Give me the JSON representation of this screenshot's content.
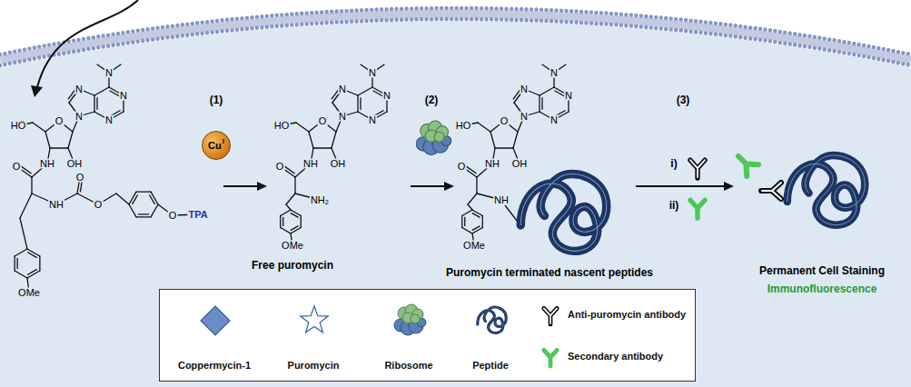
{
  "diagram": {
    "nodes": [
      {
        "text": [
          "Cu",
          "I"
        ]
      }
    ],
    "labels": [
      "N",
      "N",
      "N",
      "N",
      "N",
      "O",
      "HO",
      "OH",
      "NH",
      "O",
      "NH",
      "O",
      "O",
      "O",
      "TPA",
      "OMe",
      "N",
      "N",
      "N",
      "N",
      "N",
      "O",
      "HO",
      "OH",
      "NH",
      "O",
      "NH₂",
      "OMe",
      "N",
      "N",
      "N",
      "N",
      "N",
      "O",
      "HO",
      "OH",
      "NH",
      "O",
      "NH",
      "OMe",
      "Free puromycin",
      "Puromycin terminated nascent peptides",
      "Permanent Cell Staining",
      "Immunofluorescence",
      "(1)",
      "(2)",
      "(3)",
      "i)",
      "ii)"
    ],
    "legend": [
      {
        "text": "Coppermycin-1"
      },
      {
        "text": "Puromycin"
      },
      {
        "text": "Ribosome"
      },
      {
        "text": "Peptide"
      },
      {
        "text": "Anti-puromycin antibody"
      },
      {
        "text": "Secondary antibody"
      }
    ]
  }
}
